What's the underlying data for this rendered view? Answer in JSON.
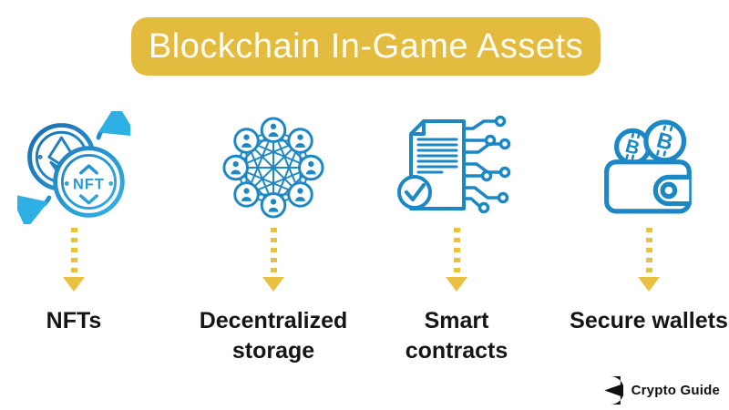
{
  "title": {
    "text": "Blockchain In-Game Assets"
  },
  "columns": [
    {
      "id": "nfts",
      "icon": "nft-exchange-icon",
      "icon_text": "NFT",
      "label": "NFTs"
    },
    {
      "id": "decentralized-storage",
      "icon": "decentralized-network-icon",
      "label": "Decentralized storage"
    },
    {
      "id": "smart-contracts",
      "icon": "smart-contract-icon",
      "label": "Smart contracts"
    },
    {
      "id": "secure-wallets",
      "icon": "secure-wallet-icon",
      "label": "Secure wallets"
    }
  ],
  "icons": {
    "btc_symbol": "B"
  },
  "logo": {
    "text": "Crypto Guide"
  },
  "colors": {
    "banner_yellow": "#e3bc3f",
    "arrow_yellow": "#e8c143",
    "icon_blue": "#1b87c5",
    "nft_gradient_start": "#1a6db0",
    "nft_gradient_end": "#2fb0e5",
    "title_text": "#fffdf4",
    "label_text": "#151515",
    "logo_black": "#101010"
  }
}
